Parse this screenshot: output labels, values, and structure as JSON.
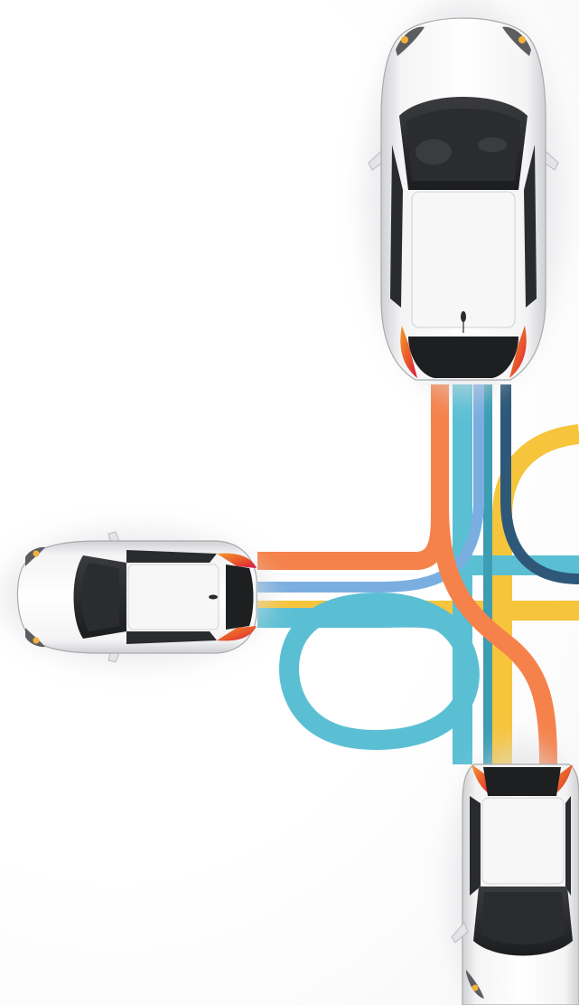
{
  "scene": {
    "subject": "three-cars-connected-by-colored-paths",
    "cars": [
      {
        "id": "car-top",
        "facing": "up",
        "body_color": "#f2f2f3"
      },
      {
        "id": "car-left",
        "facing": "left",
        "body_color": "#f2f2f3"
      },
      {
        "id": "car-bottom",
        "facing": "down",
        "body_color": "#f2f2f3"
      }
    ],
    "path_colors": {
      "orange": "#f5824a",
      "teal": "#5bbfd4",
      "yellow": "#f6c53c",
      "navy": "#2f5878",
      "light_blue": "#7aaee0",
      "dark_teal": "#3d9db3"
    }
  }
}
